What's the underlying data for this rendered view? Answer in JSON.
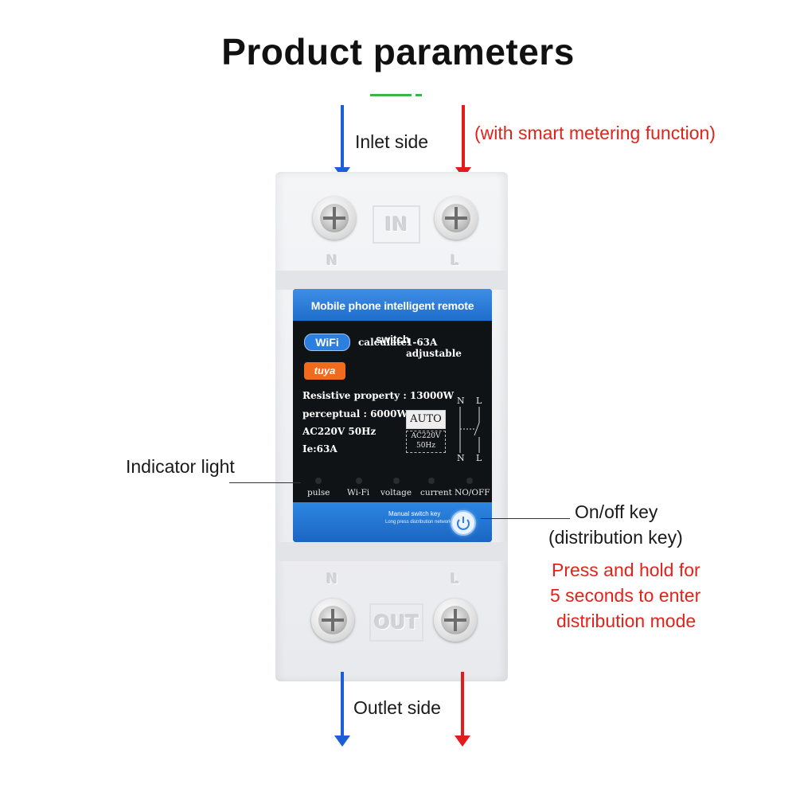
{
  "title": "Product parameters",
  "labels": {
    "inlet": "Inlet side",
    "metering": "(with smart metering function)",
    "indicator": "Indicator light",
    "onoff_key": "On/off key",
    "distribution_key": "(distribution key)",
    "press_hold_1": "Press and hold for",
    "press_hold_2": "5 seconds to enter",
    "press_hold_3": "distribution mode",
    "outlet": "Outlet side"
  },
  "device": {
    "in_label": "IN",
    "out_label": "OUT",
    "terminal_n": "N",
    "terminal_l": "L",
    "panel_title": "Mobile phone intelligent remote switch",
    "wifi_badge": "WiFi",
    "calculate": "calculate",
    "range": "1-63A adjustable",
    "tuya_badge": "tuya",
    "resistive": "Resistive property : 13000W",
    "perceptual": "perceptual : 6000W",
    "voltage": "AC220V  50Hz",
    "current_rating": "Ie:63A",
    "auto": "AUTO",
    "auto_sub1": "AC220V",
    "auto_sub2": "50Hz",
    "diagram_n": "N",
    "diagram_l": "L",
    "indicators": [
      "pulse",
      "Wi-Fi",
      "voltage",
      "current",
      "NO/OFF"
    ],
    "manual_key": "Manual switch key",
    "long_press": "Long press distribution network"
  },
  "colors": {
    "blue_arrow": "#1a5fd6",
    "red_arrow": "#e21b1b",
    "red_text": "#e0241c",
    "panel_blue": "#2c7fe0",
    "title_accent": "#3bb44a"
  }
}
